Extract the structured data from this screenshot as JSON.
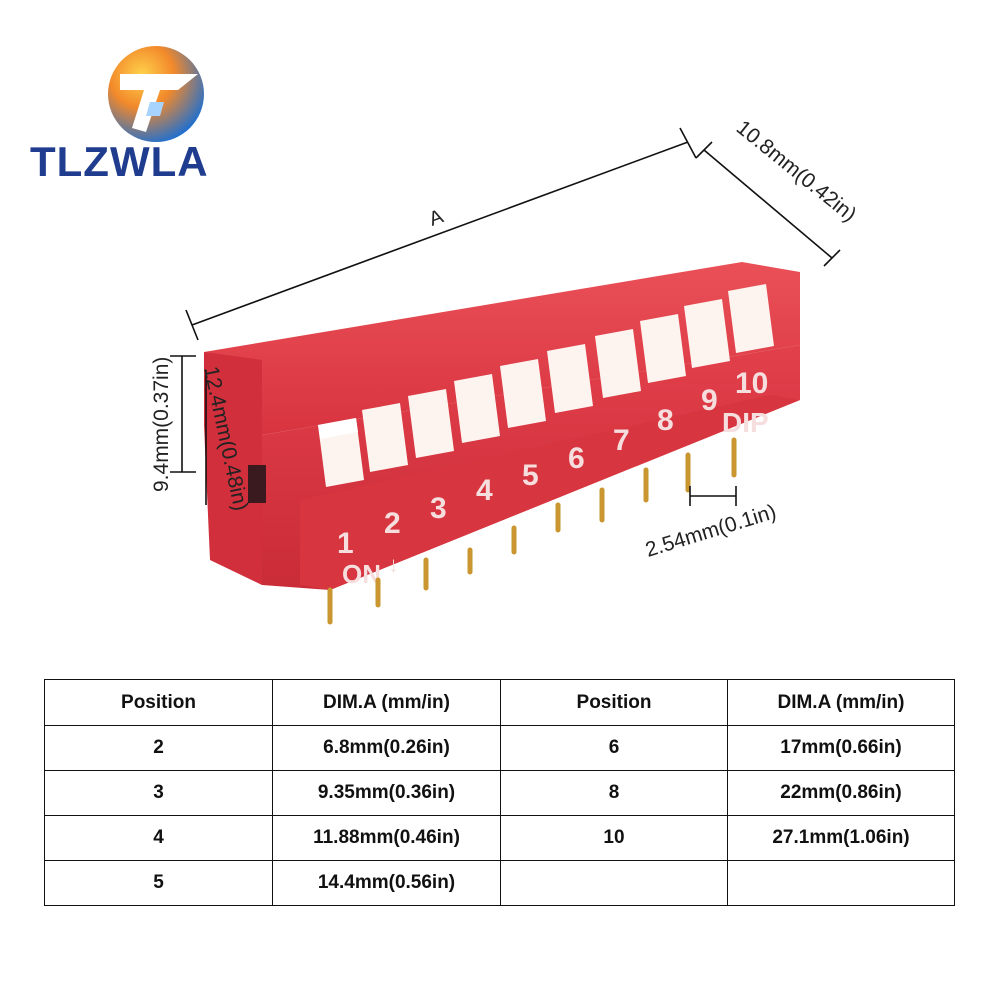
{
  "brand": {
    "logo_text": "TLZWLA"
  },
  "product": {
    "switch_numbers": [
      "1",
      "2",
      "3",
      "4",
      "5",
      "6",
      "7",
      "8",
      "9",
      "10"
    ],
    "on_label": "ON",
    "on_arrow": "↓",
    "dip_label": "DIP",
    "dimensions": {
      "length_label": "A",
      "depth_label": "10.8mm(0.42in)",
      "height_label": "9.4mm(0.37in)",
      "width_label": "12.4mm(0.48in)",
      "pitch_label": "2.54mm(0.1in)"
    },
    "colors": {
      "body": "#e23a44",
      "body_dark": "#c42a36",
      "switch": "#fbf3ef",
      "pins": "#c9962f",
      "logo_blue": "#1f3c8f"
    }
  },
  "table": {
    "headers": [
      "Position",
      "DIM.A (mm/in)",
      "Position",
      "DIM.A (mm/in)"
    ],
    "rows": [
      [
        "2",
        "6.8mm(0.26in)",
        "6",
        "17mm(0.66in)"
      ],
      [
        "3",
        "9.35mm(0.36in)",
        "8",
        "22mm(0.86in)"
      ],
      [
        "4",
        "11.88mm(0.46in)",
        "10",
        "27.1mm(1.06in)"
      ],
      [
        "5",
        "14.4mm(0.56in)",
        "",
        ""
      ]
    ]
  }
}
